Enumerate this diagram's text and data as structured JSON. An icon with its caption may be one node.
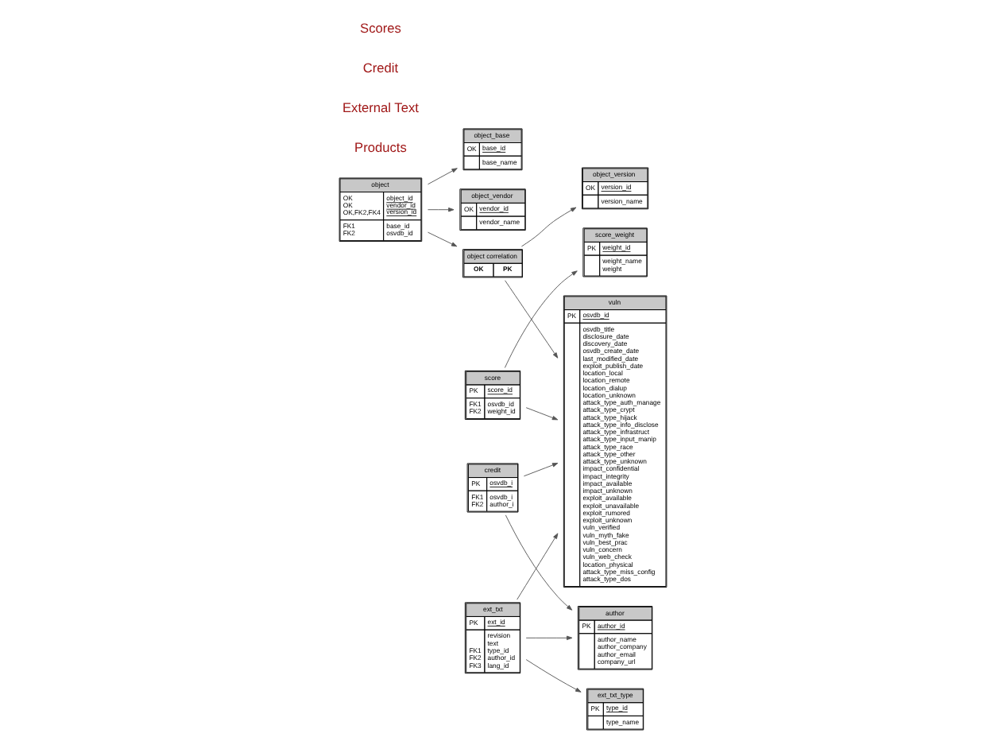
{
  "diagram": {
    "nodes": [
      {
        "text": [
          "object_base",
          "OK",
          "base_id",
          "base_name"
        ]
      },
      {
        "text": [
          "object",
          "OK OK OK,FK2,FK4",
          "object_id vendor_id version_id",
          "FK1 FK2",
          "base_id osvdb_id"
        ]
      },
      {
        "text": [
          "object_vendor",
          "OK",
          "vendor_id",
          "vendor_name"
        ]
      },
      {
        "text": [
          "object correlation",
          "OK",
          "PK"
        ]
      },
      {
        "text": [
          "object_version",
          "OK",
          "version_id",
          "version_name"
        ]
      },
      {
        "text": [
          "score_weight",
          "PK",
          "weight_id",
          "weight_name weight"
        ]
      },
      {
        "text": [
          "score",
          "PK",
          "score_id",
          "FK1 FK2",
          "osvdb_id weight_id"
        ]
      },
      {
        "text": [
          "vuln",
          "PK",
          "osvdb_id",
          "osvdb_title disclosure_date discovery_date osvdb_create_date last_modified_date exploit_publish_date location_local location_remote location_dialup location_unknown attack_type_auth_manage attack_type_crypt attack_type_hijack attack_type_info_disclose attack_type_infrastruct attack_type_input_manip attack_type_race attack_type_other attack_type_unknown impact_confidential impact_integrity impact_available impact_unknown exploit_available exploit_unavailable exploit_rumored exploit_unknown vuln_verified vuln_myth_fake vuln_best_prac vuln_concern vuln_web_check location_physical attack_type_miss_config attack_type_dos"
        ]
      },
      {
        "text": [
          "ext_txt",
          "PK",
          "ext_id",
          "FK1 FK2 FK3",
          "revision text type_id author_id lang_id"
        ]
      },
      {
        "text": [
          "ext_txt_type",
          "PK",
          "type_id",
          "type_name"
        ]
      },
      {
        "text": [
          "author",
          "PK",
          "author_id",
          "author_name author_company author_email company_url"
        ]
      },
      {
        "text": [
          "credit",
          "PK",
          "osvdb_i",
          "FK1 FK2",
          "osvdb_i author_i"
        ]
      }
    ],
    "edges": [
      {
        "from": 1,
        "to": 0,
        "arrow": "to"
      },
      {
        "from": 1,
        "to": 2,
        "arrow": "to"
      },
      {
        "from": 1,
        "to": 3,
        "arrow": "to"
      },
      {
        "from": 3,
        "to": 7,
        "arrow": "to"
      },
      {
        "from": 3,
        "to": 4,
        "arrow": "to"
      },
      {
        "from": 6,
        "to": 5,
        "arrow": "to"
      },
      {
        "from": 6,
        "to": 7,
        "arrow": "to"
      },
      {
        "from": 8,
        "to": 7,
        "arrow": "to"
      },
      {
        "from": 8,
        "to": 10,
        "arrow": "to"
      },
      {
        "from": 8,
        "to": 9,
        "arrow": "to"
      },
      {
        "from": 11,
        "to": 10,
        "arrow": "to"
      },
      {
        "from": 11,
        "to": 7,
        "arrow": "to"
      }
    ],
    "labels": [
      "Products",
      "External Text",
      "Credit",
      "Scores"
    ]
  }
}
